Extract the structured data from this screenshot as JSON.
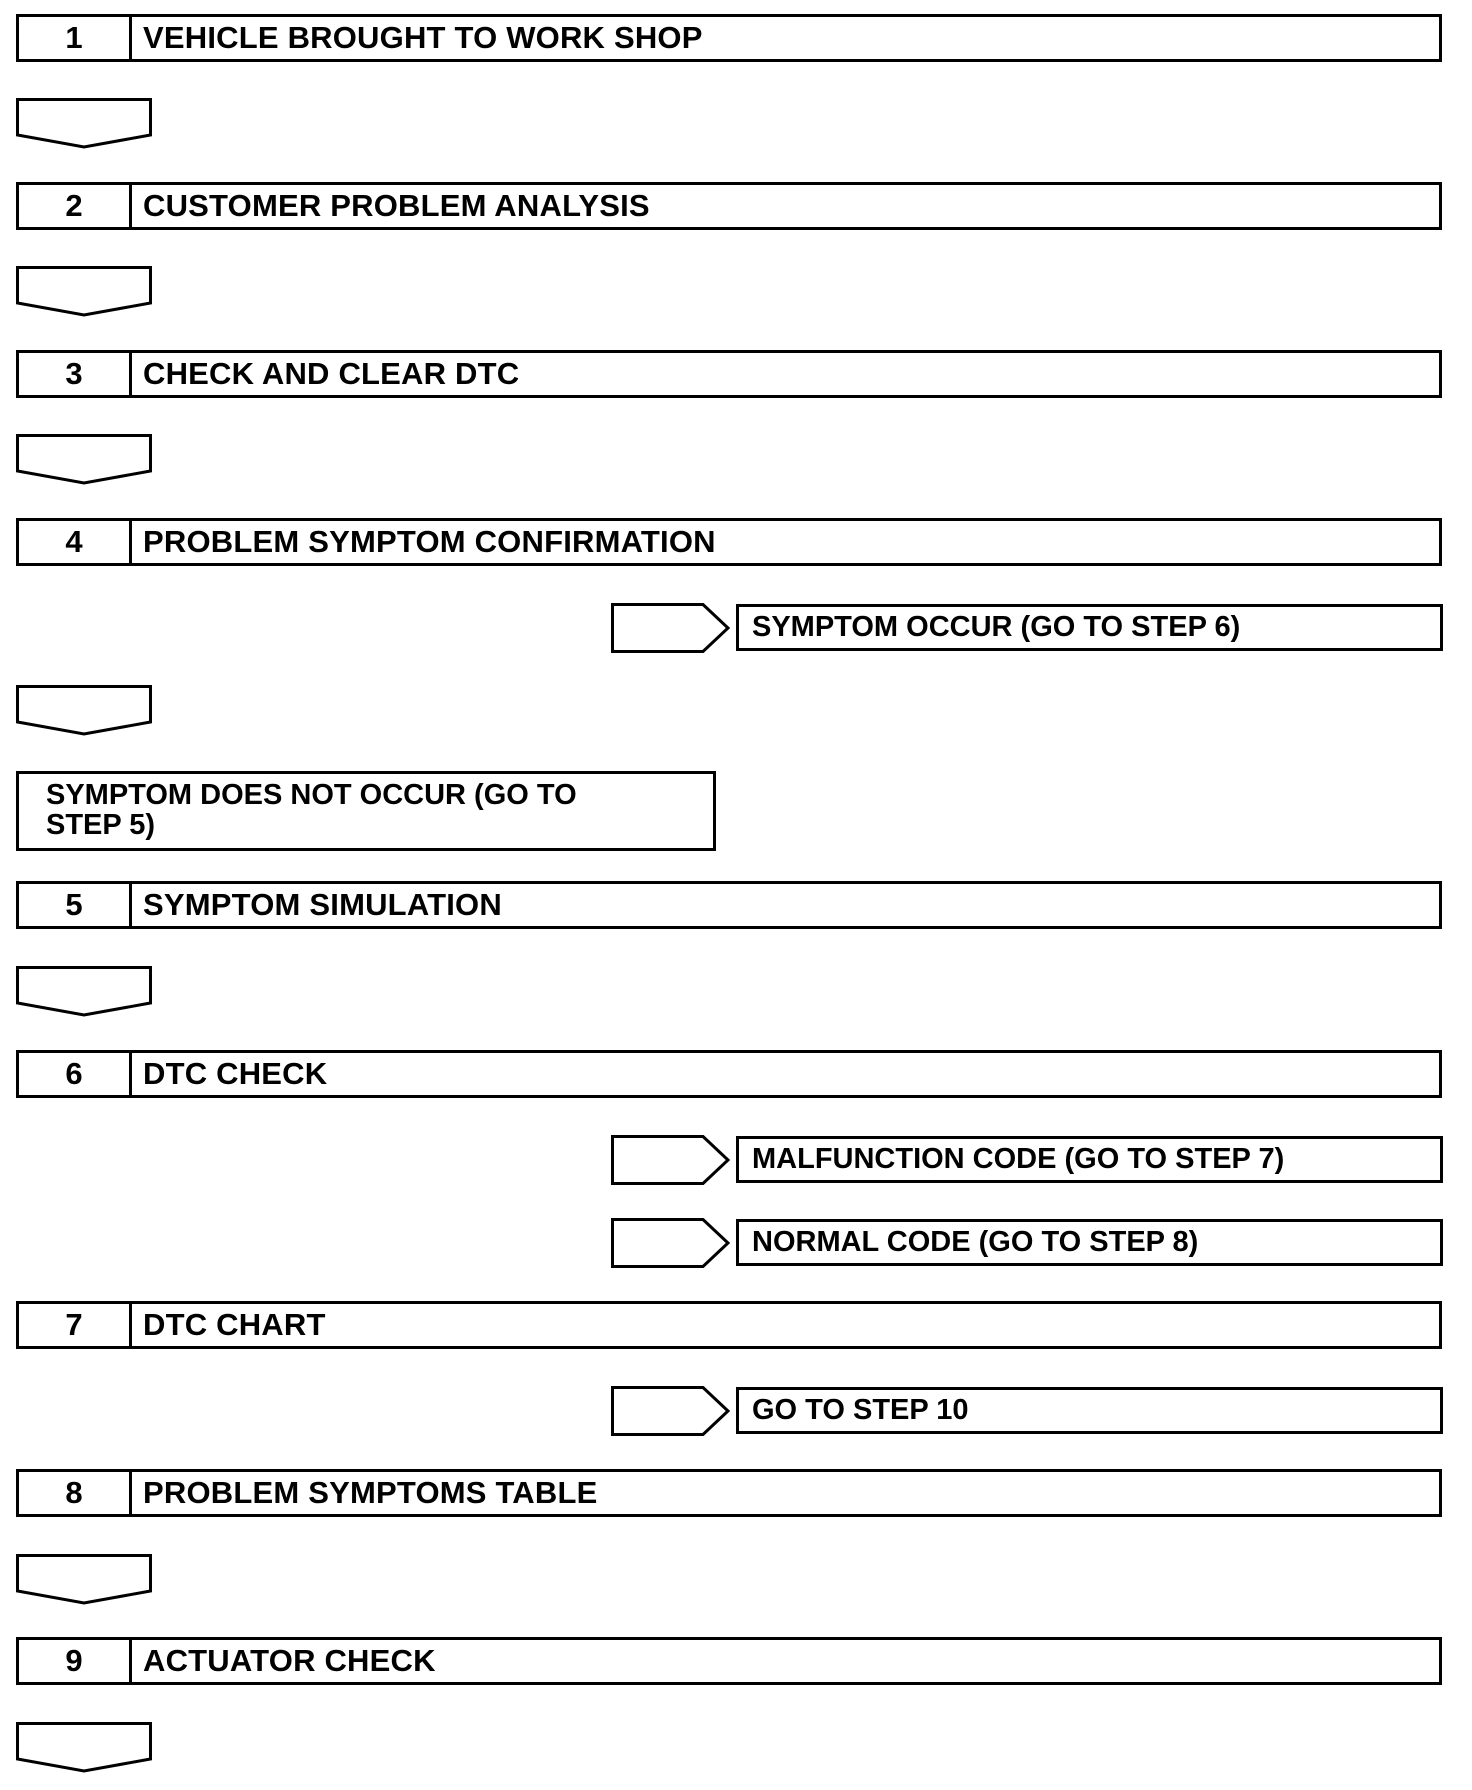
{
  "steps": [
    {
      "num": "1",
      "label": "VEHICLE BROUGHT TO WORK SHOP"
    },
    {
      "num": "2",
      "label": "CUSTOMER PROBLEM ANALYSIS"
    },
    {
      "num": "3",
      "label": "CHECK AND CLEAR DTC"
    },
    {
      "num": "4",
      "label": "PROBLEM SYMPTOM CONFIRMATION"
    },
    {
      "num": "5",
      "label": "SYMPTOM SIMULATION"
    },
    {
      "num": "6",
      "label": "DTC CHECK"
    },
    {
      "num": "7",
      "label": "DTC CHART"
    },
    {
      "num": "8",
      "label": "PROBLEM SYMPTOMS TABLE"
    },
    {
      "num": "9",
      "label": "ACTUATOR CHECK"
    }
  ],
  "branches": {
    "symptom_occur": "SYMPTOM OCCUR (GO TO STEP 6)",
    "malfunction_code": "MALFUNCTION CODE (GO TO STEP 7)",
    "normal_code": "NORMAL CODE (GO TO STEP 8)",
    "go_to_step_10": "GO TO STEP 10"
  },
  "note": {
    "line1": "SYMPTOM DOES NOT OCCUR (GO TO",
    "line2": "STEP 5)"
  }
}
